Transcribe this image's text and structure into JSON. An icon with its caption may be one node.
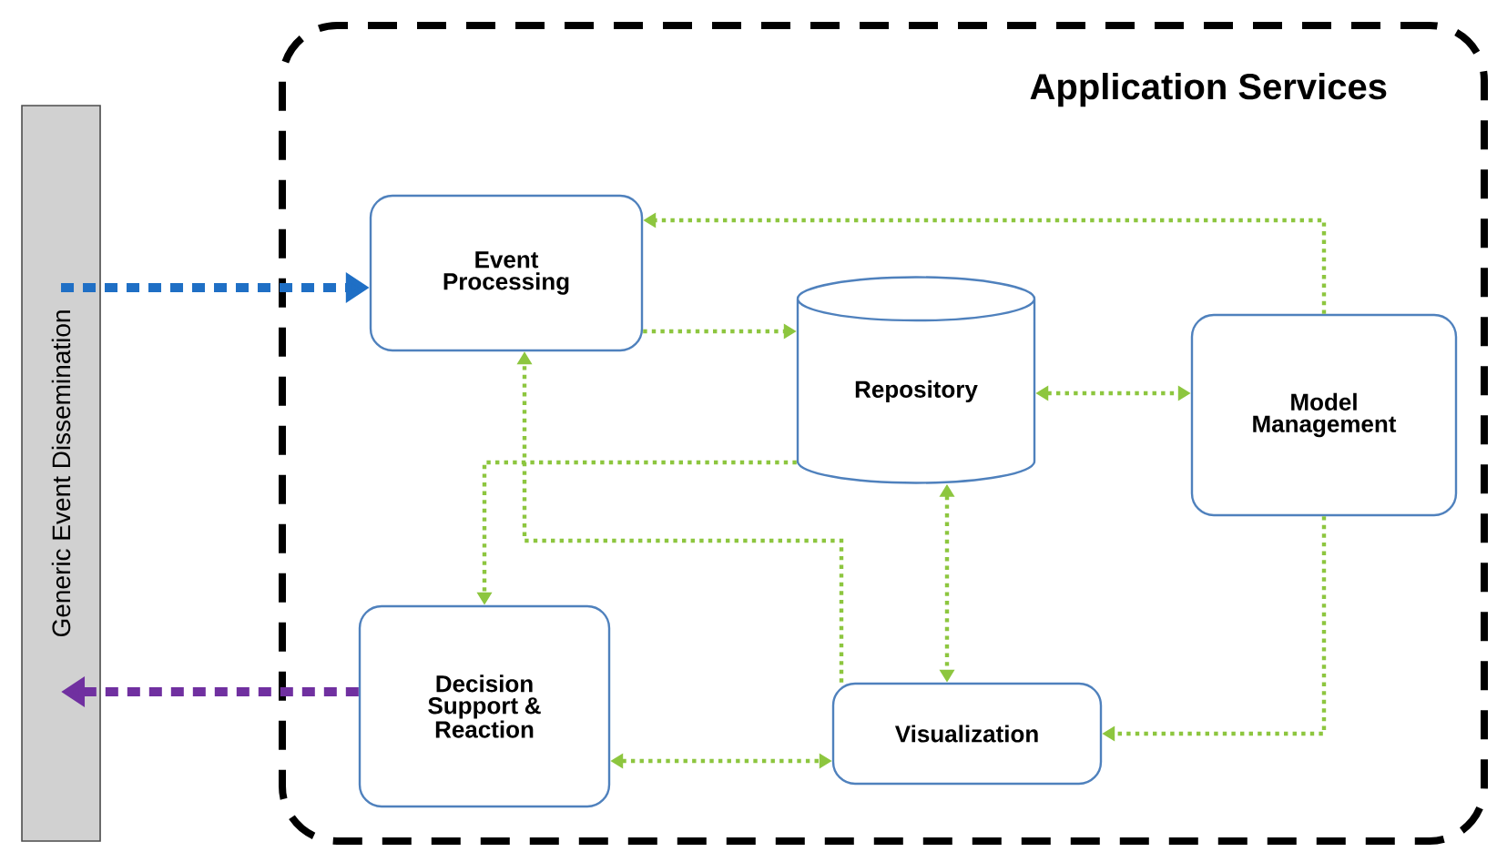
{
  "diagram": {
    "nodes": [
      {
        "text": [
          "Application Services"
        ]
      },
      {
        "text": [
          "Generic Event Dissemination"
        ]
      },
      {
        "text": [
          "Event Processing"
        ],
        "in": 0
      },
      {
        "text": [
          "Repository"
        ],
        "in": 0
      },
      {
        "text": [
          "Model Management"
        ],
        "in": 0
      },
      {
        "text": [
          "Decision Support & Reaction"
        ],
        "in": 0
      },
      {
        "text": [
          "Visualization"
        ],
        "in": 0
      }
    ],
    "edges": [
      {
        "from": 4,
        "to": 2,
        "arrow": "to"
      },
      {
        "from": 2,
        "to": 3,
        "arrow": "to"
      },
      {
        "from": 3,
        "to": 4,
        "arrow": "both"
      },
      {
        "from": 3,
        "to": 5,
        "arrow": "to"
      },
      {
        "from": 6,
        "to": 2,
        "arrow": "to"
      },
      {
        "from": 3,
        "to": 6,
        "arrow": "both"
      },
      {
        "from": 5,
        "to": 6,
        "arrow": "both"
      },
      {
        "from": 4,
        "to": 6,
        "arrow": "to"
      },
      {
        "from": 1,
        "to": 2,
        "arrow": "to",
        "style": "dashed",
        "color": "#1f6fc5"
      },
      {
        "from": 5,
        "to": 1,
        "arrow": "to",
        "style": "dashed",
        "color": "#7030a0"
      }
    ]
  }
}
